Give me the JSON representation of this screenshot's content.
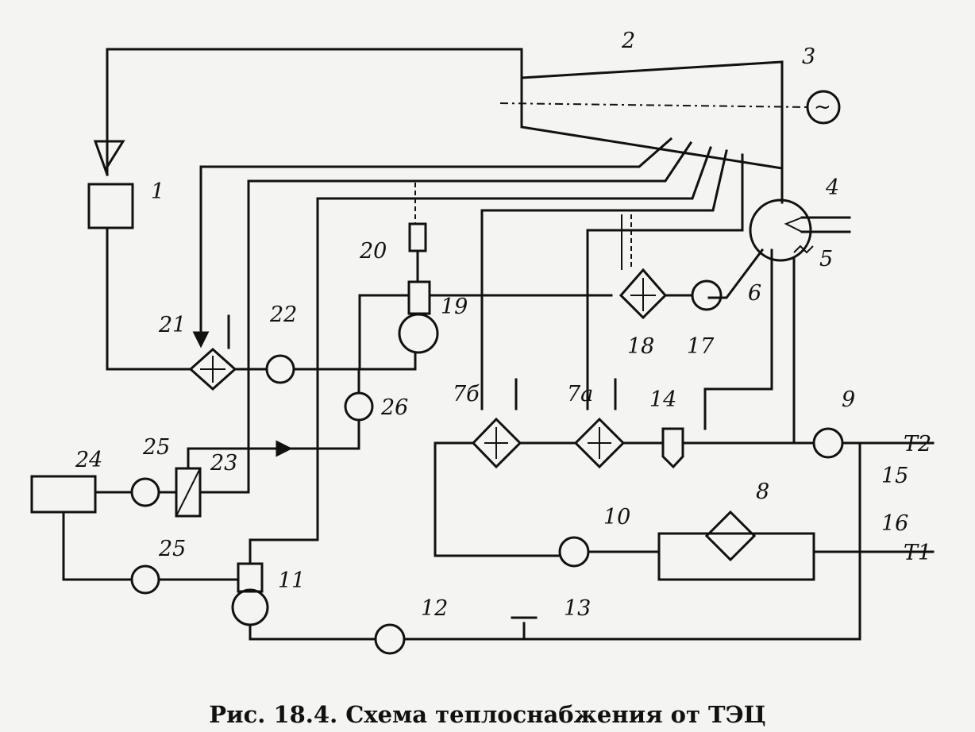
{
  "labels": {
    "n1": "1",
    "n2": "2",
    "n3": "3",
    "n4": "4",
    "n5": "5",
    "n6": "6",
    "n7a": "7а",
    "n7b": "7б",
    "n8": "8",
    "n9": "9",
    "n10": "10",
    "n11": "11",
    "n12": "12",
    "n13": "13",
    "n14": "14",
    "n15": "15",
    "n16": "16",
    "n17": "17",
    "n18": "18",
    "n19": "19",
    "n20": "20",
    "n21": "21",
    "n22": "22",
    "n23": "23",
    "n24": "24",
    "n25a": "25",
    "n25b": "25",
    "n26": "26"
  },
  "pipes": {
    "t1": "Т1",
    "t2": "Т2"
  },
  "generator_symbol": "~",
  "caption": "Рис. 18.4. Схема теплоснабжения от ТЭЦ"
}
